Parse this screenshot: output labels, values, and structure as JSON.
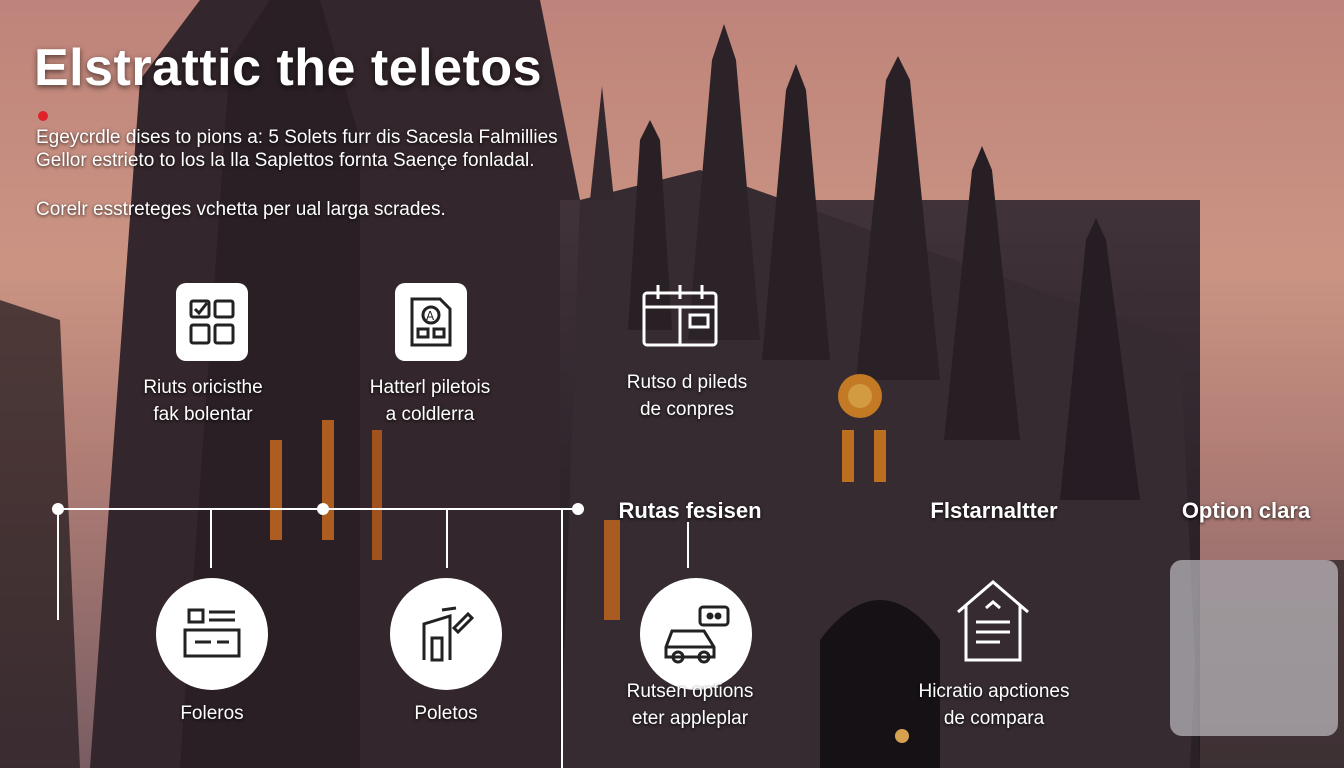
{
  "title": "Elstrattic the teletos",
  "subtitle_lines": [
    "Egeycrdle dises to pions a: 5 Solets furr dis Sacesla Falmillies",
    "Gellor estrieto to los la lla Saplettos fornta Saençe fonladal.",
    "Corelr esstreteges vchetta per ual larga scrades."
  ],
  "top_features": [
    {
      "icon": "checklist-grid-icon",
      "line1": "Riuts oricisthe",
      "line2": "fak bolentar"
    },
    {
      "icon": "document-a-icon",
      "line1": "Hatterl piletois",
      "line2": "a coldlerra"
    },
    {
      "icon": "calendar-icon",
      "line1": "Rutso d pileds",
      "line2": "de conpres"
    }
  ],
  "headings": [
    "Rutas fesisen",
    "Flstarnaltter",
    "Option clara"
  ],
  "bottom_features": [
    {
      "icon": "tray-list-icon",
      "line1": "Foleros",
      "line2": ""
    },
    {
      "icon": "building-pencil-icon",
      "line1": "Poletos",
      "line2": ""
    },
    {
      "icon": "car-chat-icon",
      "line1": "Rutsen options",
      "line2": "eter appleplar"
    },
    {
      "icon": "house-document-icon",
      "line1": "Hicratio apctiones",
      "line2": "de compara"
    }
  ]
}
